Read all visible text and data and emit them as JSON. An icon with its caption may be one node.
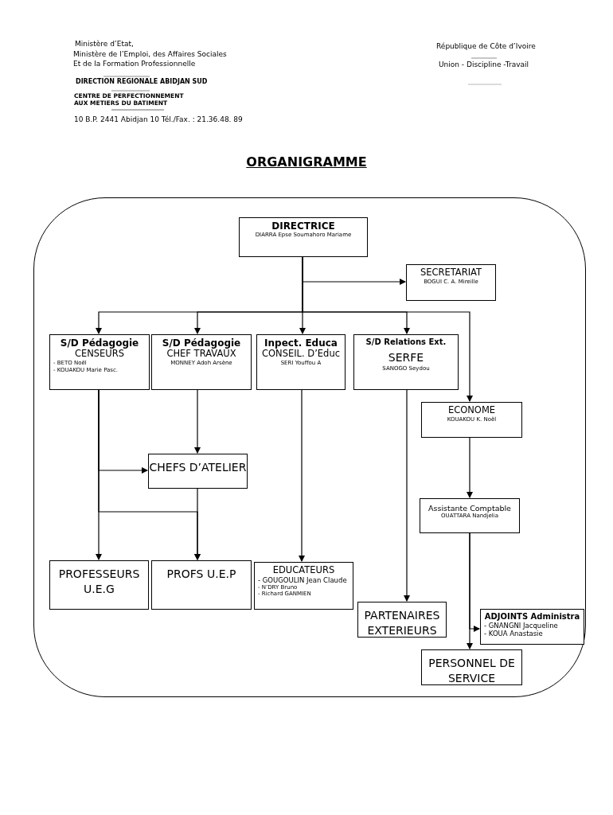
{
  "diagram": {
    "title": "ORGANIGRAMME",
    "nodes": [
      {
        "text": [],
        "shape": "box"
      },
      {
        "text": [
          "DIRECTRICE",
          "DIARRA Epse Soumahoro Mariame"
        ],
        "in": 0
      },
      {
        "text": [
          "SECRETARIAT",
          "BOGUI C. A. Mireille"
        ],
        "in": 0
      },
      {
        "text": [
          "S/D Pédagogie",
          "CENSEURS",
          "- BETO Noël",
          "- KOUAKOU Marie Pasc."
        ],
        "in": 0
      },
      {
        "text": [
          "S/D Pédagogie",
          "CHEF TRAVAUX",
          "MONNEY Adoh Arsène"
        ],
        "in": 0
      },
      {
        "text": [
          "Inpect. Educa",
          "CONSEIL. D’Educ",
          "SERI Youffou A"
        ],
        "in": 0
      },
      {
        "text": [
          "S/D Relations Ext.",
          "SERFE",
          "SANOGO Seydou"
        ],
        "in": 0
      },
      {
        "text": [
          "ECONOME",
          "KOUAKOU K. Noël"
        ],
        "in": 0
      },
      {
        "text": [
          "CHEFS D’ATELIER"
        ],
        "in": 0
      },
      {
        "text": [
          "Assistante Comptable",
          "OUATTARA Nandjelia"
        ],
        "in": 0
      },
      {
        "text": [
          "PROFESSEURS U.E.G"
        ],
        "in": 0
      },
      {
        "text": [
          "PROFS U.E.P"
        ],
        "in": 0
      },
      {
        "text": [
          "EDUCATEURS",
          "- GOUGOULIN Jean Claude",
          "- N’DRY Bruno",
          "- Richard GANMIEN"
        ],
        "in": 0
      },
      {
        "text": [
          "PARTENAIRES EXTERIEURS"
        ],
        "in": 0
      },
      {
        "text": [
          "ADJOINTS Administra",
          "- GNANGNI Jacqueline",
          "- KOUA Anastasie"
        ],
        "in": 0
      },
      {
        "text": [
          "PERSONNEL DE SERVICE"
        ],
        "in": 0
      }
    ],
    "edges": [
      {
        "from": 1,
        "to": 2,
        "arrow": "to"
      },
      {
        "from": 1,
        "to": 3,
        "arrow": "to"
      },
      {
        "from": 1,
        "to": 4,
        "arrow": "to"
      },
      {
        "from": 1,
        "to": 5,
        "arrow": "to"
      },
      {
        "from": 1,
        "to": 6,
        "arrow": "to"
      },
      {
        "from": 1,
        "to": 7,
        "arrow": "to"
      },
      {
        "from": 3,
        "to": 10,
        "arrow": "to"
      },
      {
        "from": 3,
        "to": 8,
        "arrow": "to"
      },
      {
        "from": 3,
        "to": 11,
        "arrow": "to"
      },
      {
        "from": 4,
        "to": 8,
        "arrow": "to"
      },
      {
        "from": 8,
        "to": 11,
        "arrow": "to"
      },
      {
        "from": 5,
        "to": 12,
        "arrow": "to"
      },
      {
        "from": 6,
        "to": 13,
        "arrow": "to"
      },
      {
        "from": 7,
        "to": 9,
        "arrow": "to"
      },
      {
        "from": 9,
        "to": 14,
        "arrow": "to"
      },
      {
        "from": 9,
        "to": 15,
        "arrow": "to"
      }
    ],
    "labels": [
      "Ministère d’Etat,",
      "Ministère de l’Emploi, des Affaires Sociales",
      "Et de la Formation Professionnelle",
      "République de Côte d’Ivoire",
      "Union - Discipline -Travail",
      "DIRECTION REGIONALE ABIDJAN SUD",
      "CENTRE DE PERFECTIONNEMENT AUX METIERS DU BATIMENT",
      "10 B.P. 2441 Abidjan 10 Tél./Fax. : 21.36.48. 89"
    ]
  }
}
